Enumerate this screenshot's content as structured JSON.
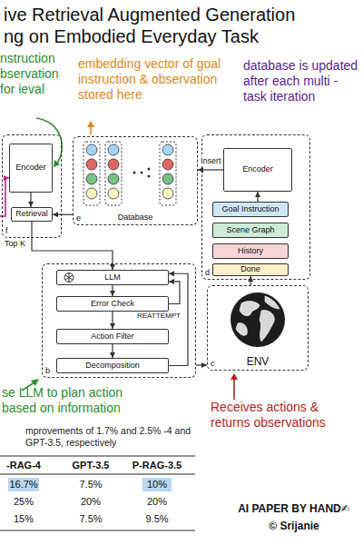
{
  "diagram": {
    "title": "ive Retrieval Augmented Generation ng on Embodied Everyday Task",
    "nodes": [
      {
        "text": [
          "f"
        ]
      },
      {
        "text": [
          "Encoder"
        ],
        "in": 0
      },
      {
        "text": [
          "Retrieval"
        ],
        "in": 0
      },
      {
        "text": [
          "e",
          "Database"
        ]
      },
      {
        "text": [
          "d"
        ]
      },
      {
        "text": [
          "Encoder"
        ],
        "in": 4
      },
      {
        "text": [
          "Goal Instruction"
        ],
        "in": 4
      },
      {
        "text": [
          "Scene Graph"
        ],
        "in": 4
      },
      {
        "text": [
          "History"
        ],
        "in": 4
      },
      {
        "text": [
          "Done"
        ],
        "in": 4
      },
      {
        "text": [
          "b"
        ]
      },
      {
        "text": [
          "LLM"
        ],
        "in": 10
      },
      {
        "text": [
          "Error Check"
        ],
        "in": 10
      },
      {
        "text": [
          "Action Filter"
        ],
        "in": 10
      },
      {
        "text": [
          "Decomposition"
        ],
        "in": 10
      },
      {
        "text": [
          "c",
          "ENV"
        ]
      }
    ],
    "edges": [
      {
        "from": 1,
        "to": 2,
        "arrow": "to"
      },
      {
        "from": 3,
        "to": 2,
        "arrow": "to"
      },
      {
        "from": 5,
        "to": 3,
        "label": "Insert",
        "arrow": "to"
      },
      {
        "from": 2,
        "to": 11,
        "label": "Top K",
        "arrow": "to"
      },
      {
        "from": 11,
        "to": 12,
        "arrow": "to"
      },
      {
        "from": 12,
        "to": 13,
        "arrow": "to"
      },
      {
        "from": 13,
        "to": 14,
        "arrow": "to"
      },
      {
        "from": 12,
        "to": 11,
        "label": "REATTEMPT",
        "arrow": "to"
      },
      {
        "from": 14,
        "to": 11,
        "arrow": "to"
      },
      {
        "from": 10,
        "to": 15,
        "arrow": "to"
      },
      {
        "from": 15,
        "to": 9,
        "arrow": "to"
      },
      {
        "from": 6,
        "to": 5,
        "arrow": "to"
      }
    ],
    "labels": [
      "nstruction bservation for ieval",
      "embedding vector of goal instruction & observation stored here",
      "database is updated after each multi - task iteration",
      "se LLM to plan action based on information",
      "Receives actions & returns observations",
      "mprovements of 1.7% and 2.5% -4 and GPT-3.5, respectively",
      "-RAG-4",
      "GPT-3.5",
      "P-RAG-3.5",
      "16.7%",
      "7.5%",
      "10%",
      "25%",
      "20%",
      "20%",
      "15%",
      "7.5%",
      "9.5%",
      "AI PAPER BY HAND✍",
      "© Srijanie"
    ]
  }
}
